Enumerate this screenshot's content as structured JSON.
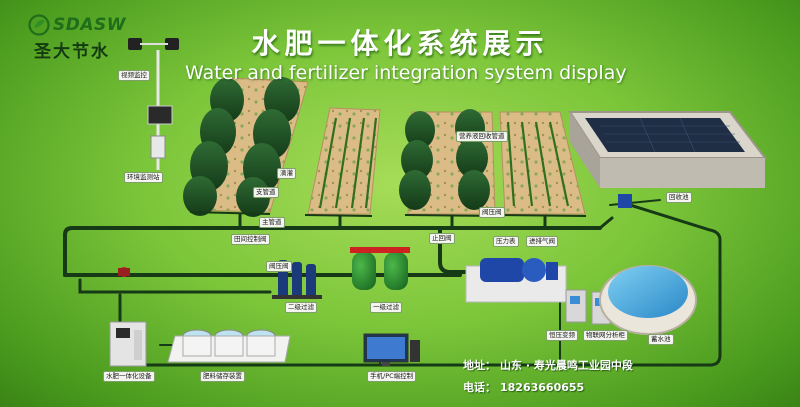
{
  "brand": {
    "latin": "SDASW",
    "chinese": "圣大节水"
  },
  "title": "水肥一体化系统展示",
  "subtitle": "Water and fertilizer integration system display",
  "labels": {
    "video_monitor": "视频监控",
    "env_monitor_station": "环境监测站",
    "drip_tape": "滴灌",
    "main_pipe_1": "支管道",
    "main_pipe_2": "主管道",
    "field_control_valve": "田间控制阀",
    "nutrient_return_pipe": "营养液回收管道",
    "pressure_valve_1": "阀压阀",
    "pressure_gauge": "压力表",
    "air_valve": "进排气阀",
    "check_valve": "止回阀",
    "pressure_valve_2": "阀压阀",
    "secondary_filter": "二级过滤",
    "primary_filter": "一级过滤",
    "recovery_pool": "回收池",
    "constant_pressure_pump": "恒压变频",
    "iot_analyzer": "物联网分析柜",
    "storage_pool": "蓄水池",
    "fertigation_device": "水肥一体化设备",
    "fertilizer_storage": "肥料储存装置",
    "phone_pc_control": "手机/PC端控制"
  },
  "contact": {
    "address_label": "地址：",
    "address": "山东 · 寿光晨鸣工业园中段",
    "phone_label": "电话：",
    "phone": "18263660655"
  },
  "colors": {
    "background": "#7cc63a",
    "pipe": "#163a16",
    "tree": "#1f4d24",
    "soil": "#d7b47e",
    "water": "#3fa6dd",
    "title": "#ffffff"
  }
}
